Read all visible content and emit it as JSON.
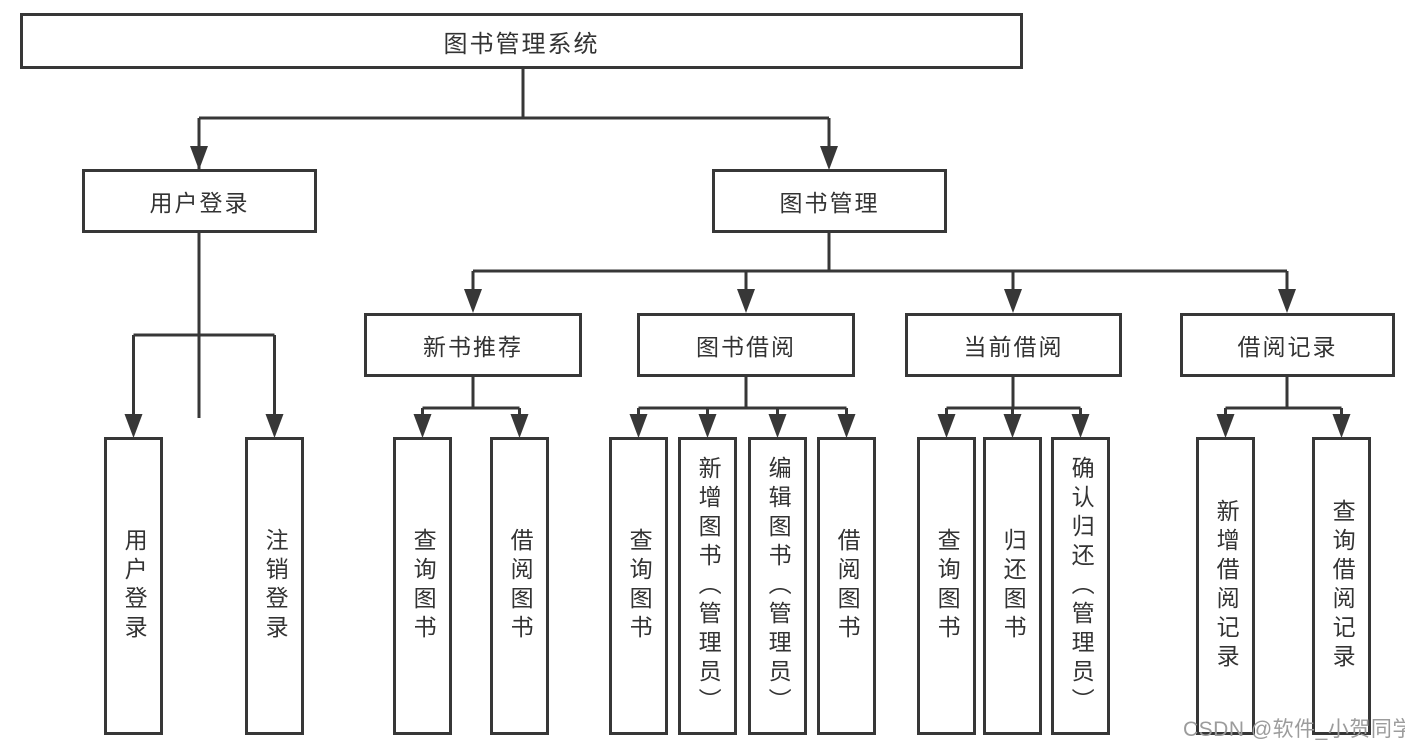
{
  "diagram": {
    "root": {
      "label": "图书管理系统"
    },
    "branches": [
      {
        "label": "用户登录",
        "children": [
          {
            "label": "用户登录"
          },
          {
            "label": "注销登录"
          }
        ]
      },
      {
        "label": "图书管理",
        "groups": [
          {
            "label": "新书推荐",
            "children": [
              {
                "label": "查询图书"
              },
              {
                "label": "借阅图书"
              }
            ]
          },
          {
            "label": "图书借阅",
            "children": [
              {
                "label": "查询图书"
              },
              {
                "label": "新增图书（管理员）"
              },
              {
                "label": "编辑图书（管理员）"
              },
              {
                "label": "借阅图书"
              }
            ]
          },
          {
            "label": "当前借阅",
            "children": [
              {
                "label": "查询图书"
              },
              {
                "label": "归还图书"
              },
              {
                "label": "确认归还（管理员）"
              }
            ]
          },
          {
            "label": "借阅记录",
            "children": [
              {
                "label": "新增借阅记录"
              },
              {
                "label": "查询借阅记录"
              }
            ]
          }
        ]
      }
    ]
  },
  "watermark": {
    "text": "CSDN @软件_小贺同学"
  },
  "colors": {
    "line": "#373737",
    "text": "#333333",
    "watermark_text": "#9c9c9c",
    "background": "#ffffff"
  }
}
